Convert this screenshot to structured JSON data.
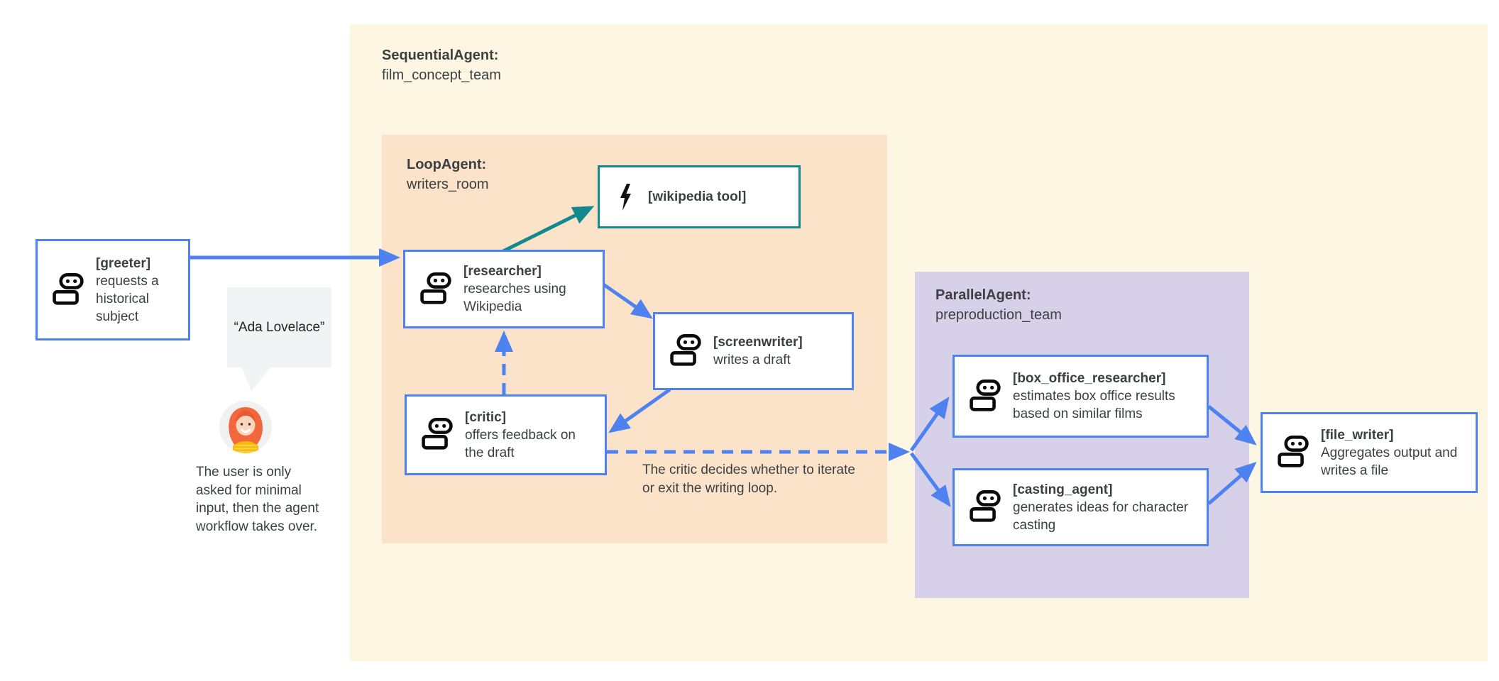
{
  "colors": {
    "accent_blue": "#4d82f0",
    "accent_teal": "#12898e",
    "sequential_bg": "#fdf6e2",
    "loop_bg": "#fae3c9",
    "parallel_bg": "#d6d1e9",
    "bubble_bg": "#f1f3f4",
    "text": "#3c4043"
  },
  "areas": {
    "sequential": {
      "title": "SequentialAgent:",
      "subtitle": "film_concept_team"
    },
    "loop": {
      "title": "LoopAgent:",
      "subtitle": "writers_room"
    },
    "parallel": {
      "title": "ParallelAgent:",
      "subtitle": "preproduction_team"
    }
  },
  "nodes": {
    "greeter": {
      "icon": "robot-icon",
      "title": "[greeter]",
      "desc": "requests a historical subject"
    },
    "researcher": {
      "icon": "robot-icon",
      "title": "[researcher]",
      "desc": "researches using Wikipedia"
    },
    "wikipedia_tool": {
      "icon": "lightning-icon",
      "title": "[wikipedia tool]",
      "desc": ""
    },
    "screenwriter": {
      "icon": "robot-icon",
      "title": "[screenwriter]",
      "desc": "writes a draft"
    },
    "critic": {
      "icon": "robot-icon",
      "title": "[critic]",
      "desc": "offers feedback on the draft"
    },
    "box_office_researcher": {
      "icon": "robot-icon",
      "title": "[box_office_researcher]",
      "desc": "estimates box office results based on similar films"
    },
    "casting_agent": {
      "icon": "robot-icon",
      "title": "[casting_agent]",
      "desc": "generates ideas for character casting"
    },
    "file_writer": {
      "icon": "robot-icon",
      "title": "[file_writer]",
      "desc": "Aggregates output and writes a file"
    }
  },
  "annotations": {
    "user_quote": "“Ada Lovelace”",
    "user_note": "The user is only asked for minimal input, then the agent workflow takes over.",
    "critic_note": "The critic decides whether to iterate or exit the writing loop."
  }
}
